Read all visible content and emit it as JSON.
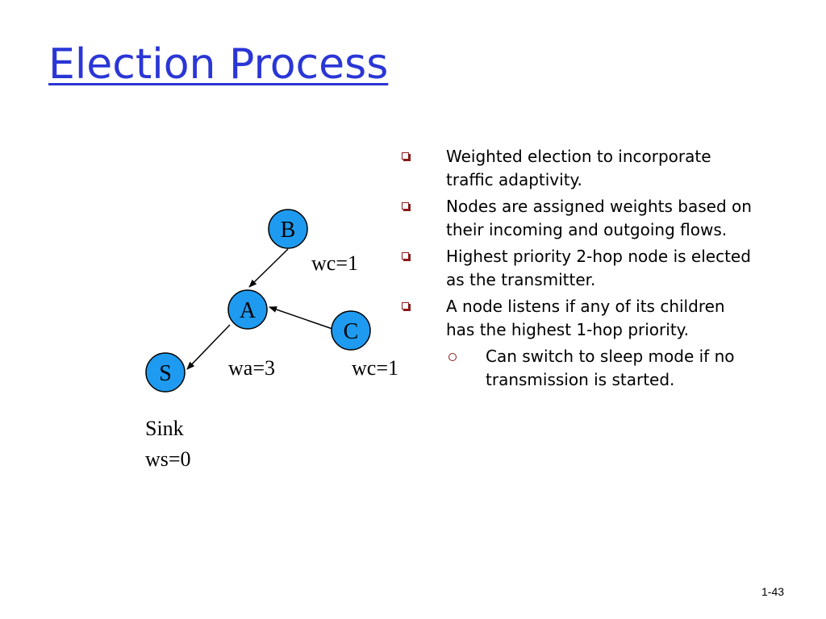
{
  "slide": {
    "title": "Election Process",
    "page_number": "1-43"
  },
  "diagram": {
    "nodes": [
      {
        "id": "B",
        "label": "B"
      },
      {
        "id": "A",
        "label": "A"
      },
      {
        "id": "C",
        "label": "C"
      },
      {
        "id": "S",
        "label": "S"
      }
    ],
    "edges": [
      {
        "from": "B",
        "to": "A"
      },
      {
        "from": "C",
        "to": "A"
      },
      {
        "from": "A",
        "to": "S"
      }
    ],
    "labels": {
      "wc_b": "wc=1",
      "wa": "wa=3",
      "wc_c": "wc=1",
      "sink": "Sink",
      "ws": "ws=0"
    },
    "node_fill": "#1e9bf0",
    "node_stroke": "#000000"
  },
  "bullets": [
    {
      "level": 1,
      "text": "Weighted election to incorporate traffic adaptivity."
    },
    {
      "level": 1,
      "text": "Nodes are assigned weights based on their incoming and outgoing flows."
    },
    {
      "level": 1,
      "text": "Highest priority 2-hop node is elected as the transmitter."
    },
    {
      "level": 1,
      "text": "A node listens if any of its children has the highest 1-hop priority."
    },
    {
      "level": 2,
      "text": "Can switch to sleep mode if no transmission is started."
    }
  ],
  "colors": {
    "title": "#2a36d6",
    "bullet_marker": "#8b1a1a"
  }
}
